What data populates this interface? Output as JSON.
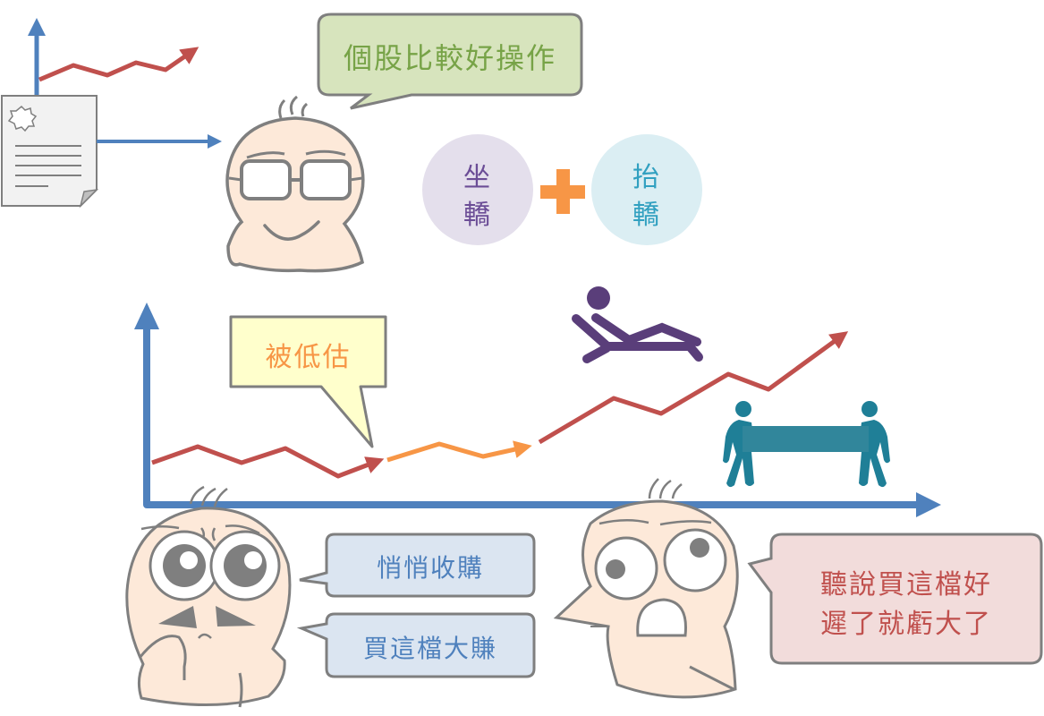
{
  "colors": {
    "axis_blue": "#4f81bd",
    "trend_red": "#c0504d",
    "trend_orange": "#f79646",
    "skin": "#fde9d9",
    "outline_gray": "#7f7f7f",
    "green_bubble": "#d7e4bd",
    "green_text": "#77a347",
    "yellow_bubble": "#ffffcc",
    "blue_bubble": "#dbe5f1",
    "blue_text": "#4f81bd",
    "pink_bubble": "#f2dcdb",
    "red_text": "#c0504d",
    "purple": "#5a3e7a",
    "purple_circle": "#e4dfec",
    "teal": "#1f7f97",
    "teal_circle": "#dbeef3",
    "teal_text": "#31a0c0"
  },
  "top_bubble": {
    "text": "個股比較好操作"
  },
  "roles": {
    "sit": {
      "line1": "坐",
      "line2": "轎"
    },
    "plus": "+",
    "carry": {
      "line1": "抬",
      "line2": "轎"
    }
  },
  "undervalued_bubble": {
    "text": "被低估"
  },
  "left_bubbles": [
    {
      "text": "悄悄收購"
    },
    {
      "text": "買這檔大賺"
    }
  ],
  "right_bubble": {
    "line1": "聽說買這檔好",
    "line2": "遲了就虧大了"
  }
}
